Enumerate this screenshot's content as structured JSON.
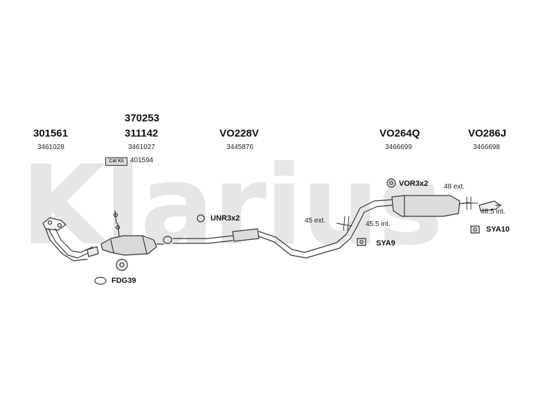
{
  "watermark": "Klarius",
  "parts": [
    {
      "code": "301561",
      "ref": "3461028"
    },
    {
      "code": "370253"
    },
    {
      "code": "311142",
      "ref": "3461027"
    },
    {
      "code": "VO228V",
      "ref": "3445876"
    },
    {
      "code": "VO264Q",
      "ref": "3466699"
    },
    {
      "code": "VO286J",
      "ref": "3466698"
    }
  ],
  "cat_kit": {
    "badge": "Cat Kit",
    "ref": "401594"
  },
  "fittings": {
    "unr": "UNR3x2",
    "vor": "VOR3x2",
    "fdg": "FDG39",
    "sya9": "SYA9",
    "sya10": "SYA10"
  },
  "dimensions": {
    "d45_ext": "45 ext.",
    "d45_5_int": "45.5 int.",
    "d48_ext": "48 ext.",
    "d48_5_int": "48.5 int."
  }
}
